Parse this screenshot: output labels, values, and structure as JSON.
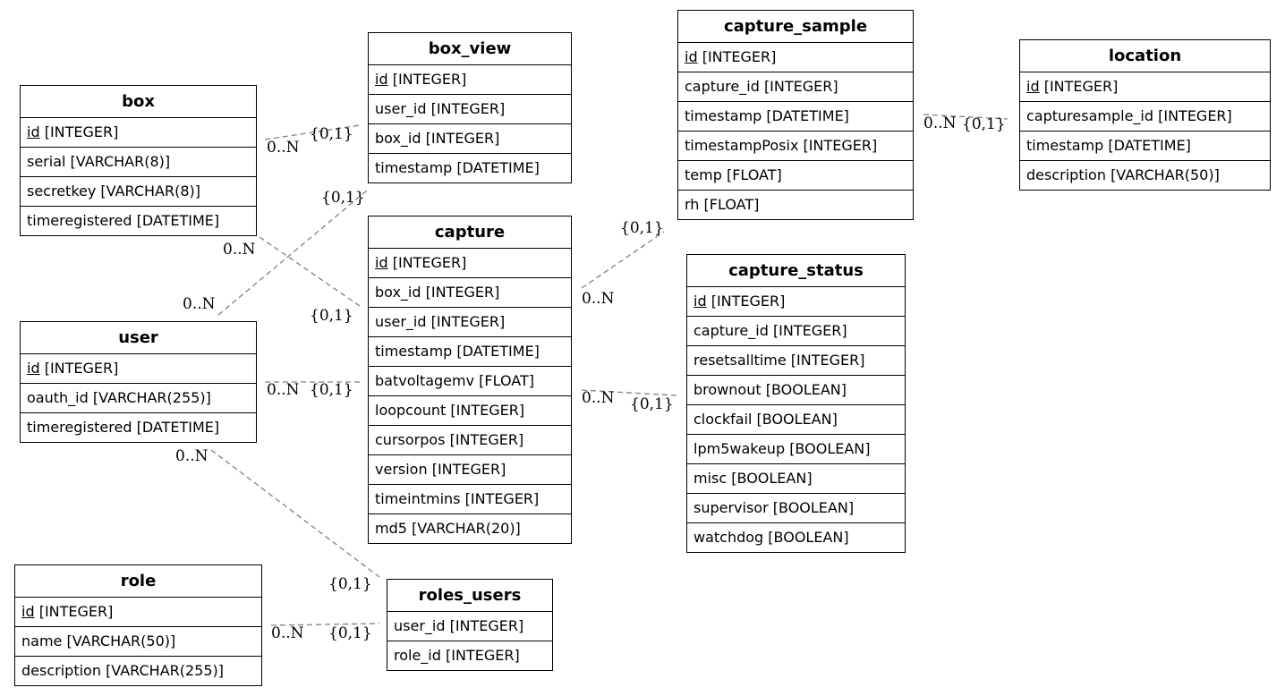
{
  "diagram": {
    "entities": [
      {
        "id": "box",
        "name": "box",
        "fields": [
          {
            "name": "id",
            "type": "[INTEGER]",
            "pk": true
          },
          {
            "name": "serial",
            "type": "[VARCHAR(8)]",
            "pk": false
          },
          {
            "name": "secretkey",
            "type": "[VARCHAR(8)]",
            "pk": false
          },
          {
            "name": "timeregistered",
            "type": "[DATETIME]",
            "pk": false
          }
        ]
      },
      {
        "id": "box_view",
        "name": "box_view",
        "fields": [
          {
            "name": "id",
            "type": "[INTEGER]",
            "pk": true
          },
          {
            "name": "user_id",
            "type": "[INTEGER]",
            "pk": false
          },
          {
            "name": "box_id",
            "type": "[INTEGER]",
            "pk": false
          },
          {
            "name": "timestamp",
            "type": "[DATETIME]",
            "pk": false
          }
        ]
      },
      {
        "id": "capture_sample",
        "name": "capture_sample",
        "fields": [
          {
            "name": "id",
            "type": "[INTEGER]",
            "pk": true
          },
          {
            "name": "capture_id",
            "type": "[INTEGER]",
            "pk": false
          },
          {
            "name": "timestamp",
            "type": "[DATETIME]",
            "pk": false
          },
          {
            "name": "timestampPosix",
            "type": "[INTEGER]",
            "pk": false
          },
          {
            "name": "temp",
            "type": "[FLOAT]",
            "pk": false
          },
          {
            "name": "rh",
            "type": "[FLOAT]",
            "pk": false
          }
        ]
      },
      {
        "id": "location",
        "name": "location",
        "fields": [
          {
            "name": "id",
            "type": "[INTEGER]",
            "pk": true
          },
          {
            "name": "capturesample_id",
            "type": "[INTEGER]",
            "pk": false
          },
          {
            "name": "timestamp",
            "type": "[DATETIME]",
            "pk": false
          },
          {
            "name": "description",
            "type": "[VARCHAR(50)]",
            "pk": false
          }
        ]
      },
      {
        "id": "capture",
        "name": "capture",
        "fields": [
          {
            "name": "id",
            "type": "[INTEGER]",
            "pk": true
          },
          {
            "name": "box_id",
            "type": "[INTEGER]",
            "pk": false
          },
          {
            "name": "user_id",
            "type": "[INTEGER]",
            "pk": false
          },
          {
            "name": "timestamp",
            "type": "[DATETIME]",
            "pk": false
          },
          {
            "name": "batvoltagemv",
            "type": "[FLOAT]",
            "pk": false
          },
          {
            "name": "loopcount",
            "type": "[INTEGER]",
            "pk": false
          },
          {
            "name": "cursorpos",
            "type": "[INTEGER]",
            "pk": false
          },
          {
            "name": "version",
            "type": "[INTEGER]",
            "pk": false
          },
          {
            "name": "timeintmins",
            "type": "[INTEGER]",
            "pk": false
          },
          {
            "name": "md5",
            "type": "[VARCHAR(20)]",
            "pk": false
          }
        ]
      },
      {
        "id": "capture_status",
        "name": "capture_status",
        "fields": [
          {
            "name": "id",
            "type": "[INTEGER]",
            "pk": true
          },
          {
            "name": "capture_id",
            "type": "[INTEGER]",
            "pk": false
          },
          {
            "name": "resetsalltime",
            "type": "[INTEGER]",
            "pk": false
          },
          {
            "name": "brownout",
            "type": "[BOOLEAN]",
            "pk": false
          },
          {
            "name": "clockfail",
            "type": "[BOOLEAN]",
            "pk": false
          },
          {
            "name": "lpm5wakeup",
            "type": "[BOOLEAN]",
            "pk": false
          },
          {
            "name": "misc",
            "type": "[BOOLEAN]",
            "pk": false
          },
          {
            "name": "supervisor",
            "type": "[BOOLEAN]",
            "pk": false
          },
          {
            "name": "watchdog",
            "type": "[BOOLEAN]",
            "pk": false
          }
        ]
      },
      {
        "id": "user",
        "name": "user",
        "fields": [
          {
            "name": "id",
            "type": "[INTEGER]",
            "pk": true
          },
          {
            "name": "oauth_id",
            "type": "[VARCHAR(255)]",
            "pk": false
          },
          {
            "name": "timeregistered",
            "type": "[DATETIME]",
            "pk": false
          }
        ]
      },
      {
        "id": "role",
        "name": "role",
        "fields": [
          {
            "name": "id",
            "type": "[INTEGER]",
            "pk": true
          },
          {
            "name": "name",
            "type": "[VARCHAR(50)]",
            "pk": false
          },
          {
            "name": "description",
            "type": "[VARCHAR(255)]",
            "pk": false
          }
        ]
      },
      {
        "id": "roles_users",
        "name": "roles_users",
        "fields": [
          {
            "name": "user_id",
            "type": "[INTEGER]",
            "pk": false
          },
          {
            "name": "role_id",
            "type": "[INTEGER]",
            "pk": false
          }
        ]
      }
    ],
    "relationships": [
      {
        "id": "box-boxview",
        "from": "box",
        "to": "box_view",
        "from_card": "0..N",
        "to_card": "{0,1}"
      },
      {
        "id": "user-boxview",
        "from": "user",
        "to": "box_view",
        "from_card": "0..N",
        "to_card": "{0,1}"
      },
      {
        "id": "box-capture",
        "from": "box",
        "to": "capture",
        "from_card": "0..N",
        "to_card": "{0,1}"
      },
      {
        "id": "user-capture",
        "from": "user",
        "to": "capture",
        "from_card": "0..N",
        "to_card": "{0,1}"
      },
      {
        "id": "capture-sample",
        "from": "capture",
        "to": "capture_sample",
        "from_card": "0..N",
        "to_card": "{0,1}"
      },
      {
        "id": "capture-status",
        "from": "capture",
        "to": "capture_status",
        "from_card": "0..N",
        "to_card": "{0,1}"
      },
      {
        "id": "sample-location",
        "from": "capture_sample",
        "to": "location",
        "from_card": "0..N",
        "to_card": "{0,1}"
      },
      {
        "id": "user-rolesusers",
        "from": "user",
        "to": "roles_users",
        "from_card": "0..N",
        "to_card": "{0,1}"
      },
      {
        "id": "role-rolesusers",
        "from": "role",
        "to": "roles_users",
        "from_card": "0..N",
        "to_card": "{0,1}"
      }
    ],
    "edge_color": "#808080"
  }
}
